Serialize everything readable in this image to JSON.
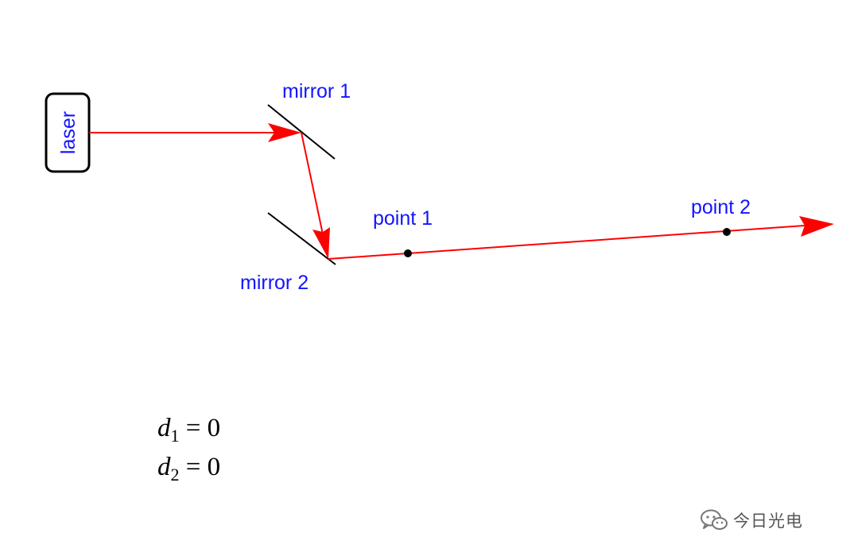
{
  "diagram": {
    "laser_label": "laser",
    "mirror1_label": "mirror 1",
    "mirror2_label": "mirror 2",
    "point1_label": "point 1",
    "point2_label": "point 2",
    "beam_color": "#ff0000",
    "label_color": "#1414ff"
  },
  "equations": {
    "d1": {
      "var": "d",
      "sub": "1",
      "rest": " = 0"
    },
    "d2": {
      "var": "d",
      "sub": "2",
      "rest": " = 0"
    }
  },
  "watermark": {
    "icon": "wechat-icon",
    "text": "今日光电"
  }
}
